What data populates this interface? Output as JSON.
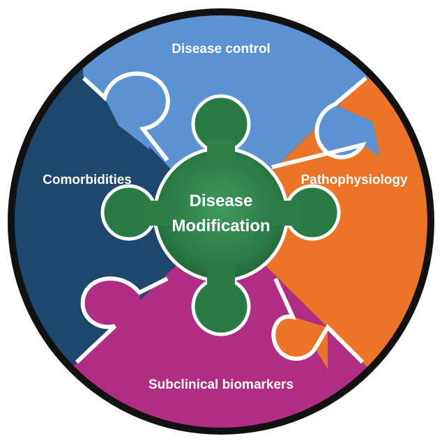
{
  "segments": {
    "top": {
      "label": "Disease control",
      "color": "#5b93d2"
    },
    "right": {
      "label": "Pathophysiology",
      "color": "#eb7427"
    },
    "bottom": {
      "label": "Subclinical biomarkers",
      "color": "#b02d83"
    },
    "left": {
      "label": "Comorbidities",
      "color": "#1d476c"
    }
  },
  "center": {
    "line1": "Disease",
    "line2": "Modification",
    "color": "#2a7a45"
  },
  "ring_color": "#111111"
}
